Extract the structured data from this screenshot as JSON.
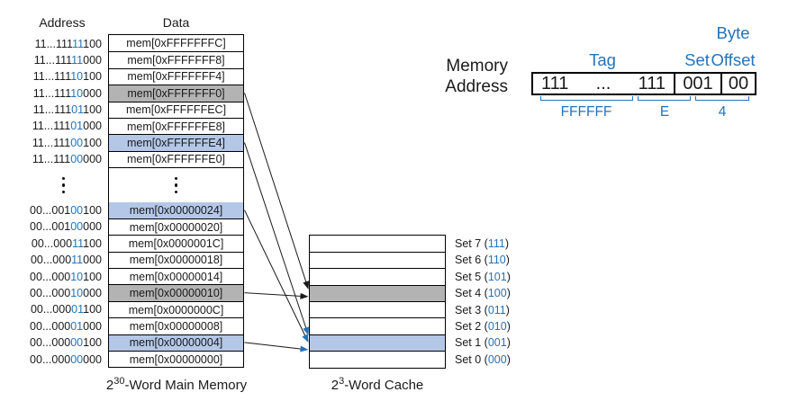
{
  "colors": {
    "blue": "#2573B9",
    "light_blue_fill": "#B4C7E7",
    "gray_fill": "#B3B3B3",
    "black": "#1a1a1a"
  },
  "memory": {
    "address_header": "Address",
    "data_header": "Data",
    "caption": {
      "base": "2",
      "exp": "30",
      "rest": "-Word Main Memory"
    },
    "ellipsis_symbol": "⋮",
    "rows_top": [
      {
        "pre": "11...111",
        "bits": "11",
        "post": "100",
        "data": "mem[0xFFFFFFFC]",
        "hl": ""
      },
      {
        "pre": "11...111",
        "bits": "11",
        "post": "000",
        "data": "mem[0xFFFFFFF8]",
        "hl": ""
      },
      {
        "pre": "11...111",
        "bits": "10",
        "post": "100",
        "data": "mem[0xFFFFFFF4]",
        "hl": ""
      },
      {
        "pre": "11...111",
        "bits": "10",
        "post": "000",
        "data": "mem[0xFFFFFFF0]",
        "hl": "gray"
      },
      {
        "pre": "11...111",
        "bits": "01",
        "post": "100",
        "data": "mem[0xFFFFFFEC]",
        "hl": ""
      },
      {
        "pre": "11...111",
        "bits": "01",
        "post": "000",
        "data": "mem[0xFFFFFFE8]",
        "hl": ""
      },
      {
        "pre": "11...111",
        "bits": "00",
        "post": "100",
        "data": "mem[0xFFFFFFE4]",
        "hl": "blue"
      },
      {
        "pre": "11...111",
        "bits": "00",
        "post": "000",
        "data": "mem[0xFFFFFFE0]",
        "hl": ""
      }
    ],
    "rows_bottom": [
      {
        "pre": "00...001",
        "bits": "00",
        "post": "100",
        "data": "mem[0x00000024]",
        "hl": "blue"
      },
      {
        "pre": "00...001",
        "bits": "00",
        "post": "000",
        "data": "mem[0x00000020]",
        "hl": ""
      },
      {
        "pre": "00...000",
        "bits": "11",
        "post": "100",
        "data": "mem[0x0000001C]",
        "hl": ""
      },
      {
        "pre": "00...000",
        "bits": "11",
        "post": "000",
        "data": "mem[0x00000018]",
        "hl": ""
      },
      {
        "pre": "00...000",
        "bits": "10",
        "post": "100",
        "data": "mem[0x00000014]",
        "hl": ""
      },
      {
        "pre": "00...000",
        "bits": "10",
        "post": "000",
        "data": "mem[0x00000010]",
        "hl": "gray"
      },
      {
        "pre": "00...000",
        "bits": "01",
        "post": "100",
        "data": "mem[0x0000000C]",
        "hl": ""
      },
      {
        "pre": "00...000",
        "bits": "01",
        "post": "000",
        "data": "mem[0x00000008]",
        "hl": ""
      },
      {
        "pre": "00...000",
        "bits": "00",
        "post": "100",
        "data": "mem[0x00000004]",
        "hl": "blue"
      },
      {
        "pre": "00...000",
        "bits": "00",
        "post": "000",
        "data": "mem[0x00000000]",
        "hl": ""
      }
    ]
  },
  "cache": {
    "caption": {
      "base": "2",
      "exp": "3",
      "rest": "-Word Cache"
    },
    "rows": [
      {
        "prefix": "Set 7 (",
        "bits": "111",
        "suffix": ")",
        "hl": ""
      },
      {
        "prefix": "Set 6 (",
        "bits": "110",
        "suffix": ")",
        "hl": ""
      },
      {
        "prefix": "Set 5 (",
        "bits": "101",
        "suffix": ")",
        "hl": ""
      },
      {
        "prefix": "Set 4 (",
        "bits": "100",
        "suffix": ")",
        "hl": "gray"
      },
      {
        "prefix": "Set 3 (",
        "bits": "011",
        "suffix": ")",
        "hl": ""
      },
      {
        "prefix": "Set 2 (",
        "bits": "010",
        "suffix": ")",
        "hl": ""
      },
      {
        "prefix": "Set 1 (",
        "bits": "001",
        "suffix": ")",
        "hl": "blue"
      },
      {
        "prefix": "Set 0 (",
        "bits": "000",
        "suffix": ")",
        "hl": ""
      }
    ]
  },
  "address_breakdown": {
    "label_line1": "Memory",
    "label_line2": "Address",
    "byte_label": "Byte",
    "tag_label": "Tag",
    "set_label": "Set",
    "offset_label": "Offset",
    "tag_left": "111",
    "tag_dots": "...",
    "tag_right": "111",
    "set_value": "001",
    "offset_value": "00",
    "hex_groups": [
      "FFFFFF",
      "E",
      "4"
    ]
  },
  "arrows": [
    {
      "from": "mem-0xFFFFFFF0",
      "to": "set-4",
      "color": "black"
    },
    {
      "from": "mem-0xFFFFFFE4",
      "to": "set-1",
      "color": "blue"
    },
    {
      "from": "mem-0x00000024",
      "to": "set-1",
      "color": "blue"
    },
    {
      "from": "mem-0x00000010",
      "to": "set-4",
      "color": "black"
    },
    {
      "from": "mem-0x00000004",
      "to": "set-1",
      "color": "blue"
    }
  ]
}
